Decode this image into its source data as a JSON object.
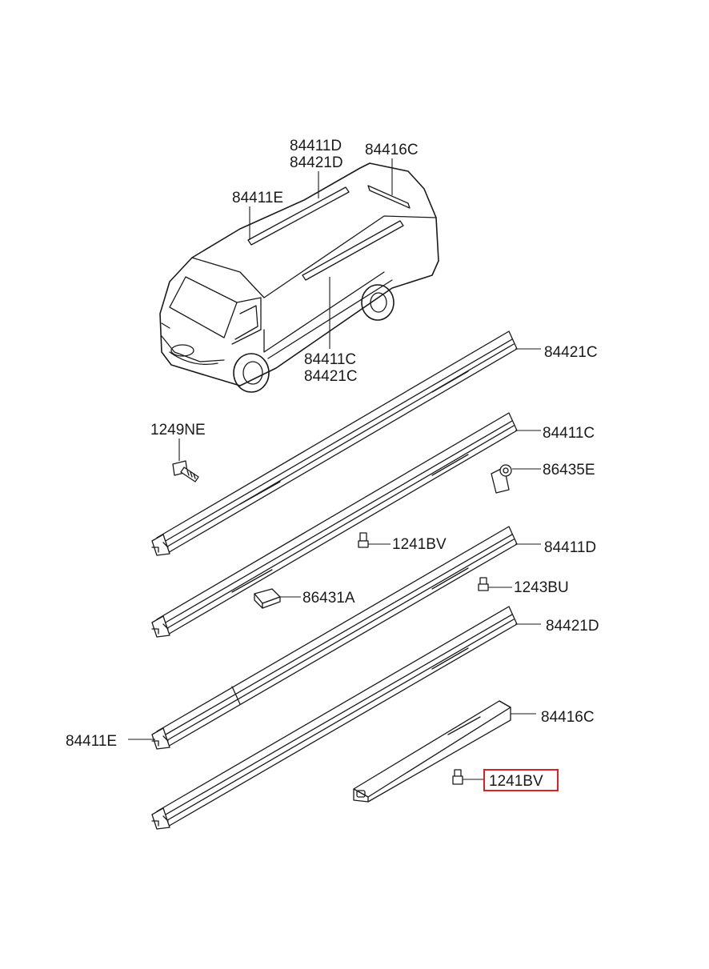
{
  "callouts": {
    "van_84411D": "84411D",
    "van_84421D": "84421D",
    "van_84416C": "84416C",
    "van_84411E": "84411E",
    "van_84411C": "84411C",
    "van_84421C": "84421C",
    "p_84421C": "84421C",
    "p_84411C": "84411C",
    "p_1249NE": "1249NE",
    "p_86435E": "86435E",
    "p_1241BV_a": "1241BV",
    "p_84411D": "84411D",
    "p_1243BU": "1243BU",
    "p_86431A": "86431A",
    "p_84421D": "84421D",
    "p_84416C": "84416C",
    "p_84411E": "84411E",
    "p_1241BV_b": "1241BV"
  },
  "highlight": {
    "part": "1241BV",
    "color": "#e02020"
  }
}
